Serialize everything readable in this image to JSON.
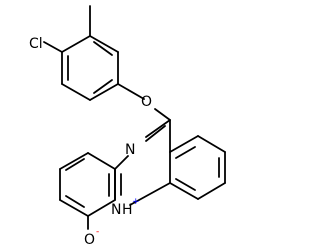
{
  "atoms": {
    "chlorine": "Cl",
    "ether_oxygen": "O",
    "ring_nitrogen": "N",
    "protonated_nitrogen": "N",
    "nitrogen_hydrogen": "H",
    "phenoxide_oxygen": "O"
  },
  "charges": {
    "nitrogen_positive": "+",
    "oxygen_negative": "-"
  },
  "colors": {
    "bond": "#000000",
    "chlorine": "#000000",
    "oxygen": "#000000",
    "nitrogen": "#000000",
    "nitrogen_positive": "#0000ff",
    "oxygen_negative": "#ff0000"
  }
}
